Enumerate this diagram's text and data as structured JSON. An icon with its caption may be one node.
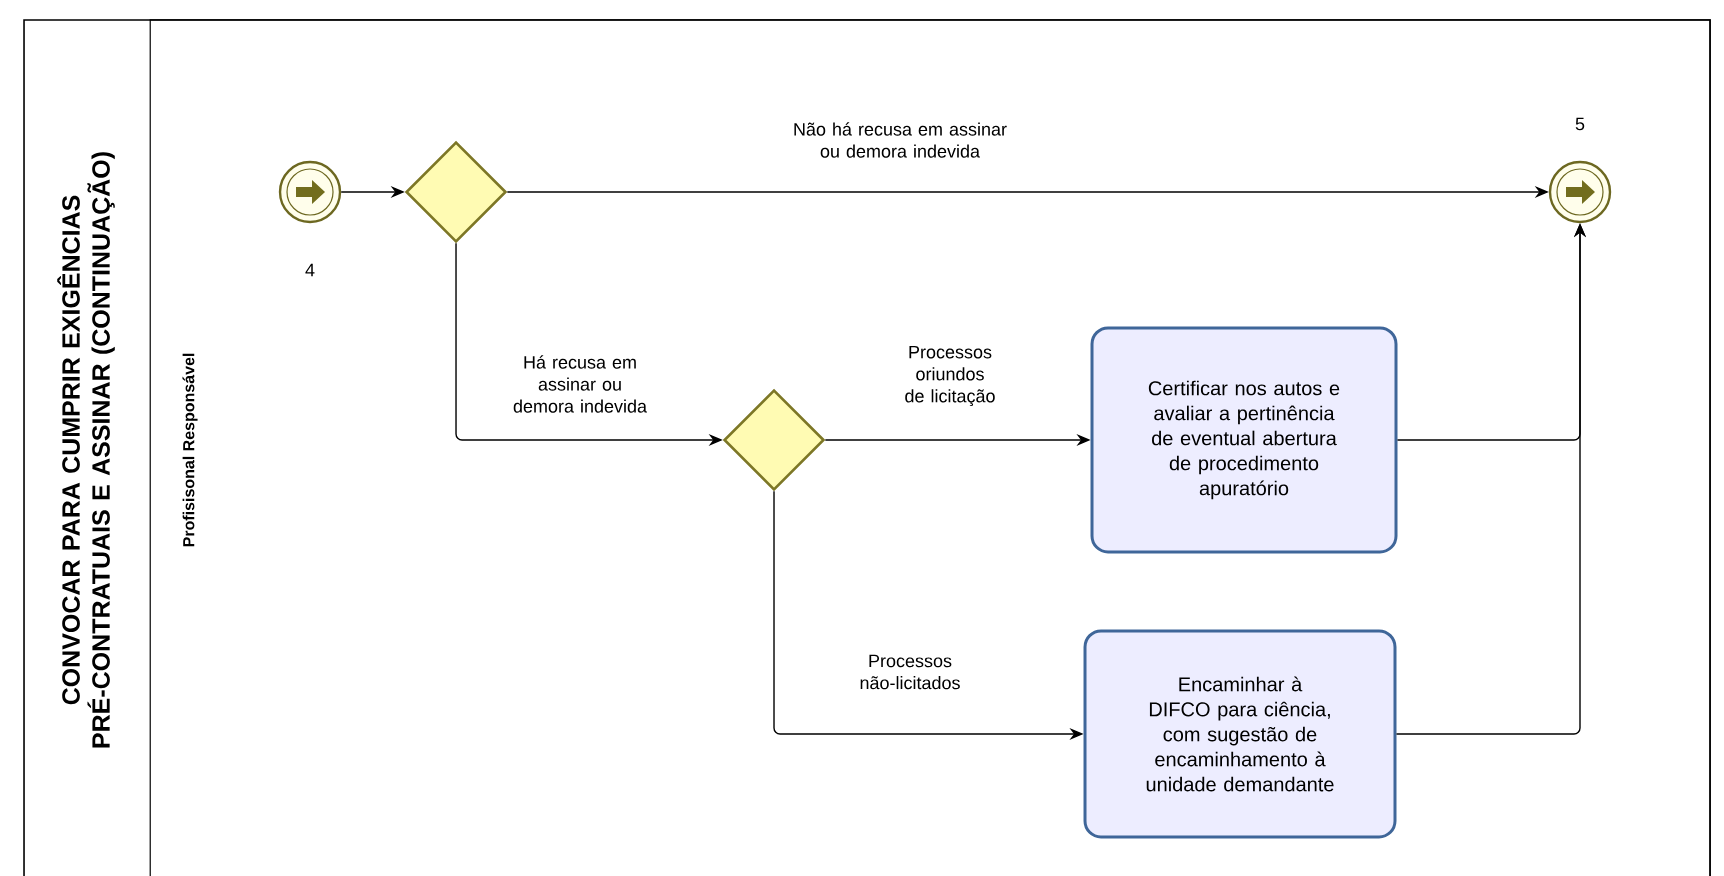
{
  "diagram": {
    "nodes": [
      {
        "text": [
          "CONVOCAR PARA CUMPRIR EXIGÊNCIAS PRÉ-CONTRATUAIS E ASSINAR (CONTINUAÇÃO)"
        ]
      },
      {
        "text": [
          "Profisisonal Responsável"
        ],
        "in": 0
      },
      {
        "text": [],
        "shape": "circle",
        "beside": [
          "4"
        ],
        "in": 1
      },
      {
        "text": [],
        "shape": "diamond",
        "in": 1
      },
      {
        "text": [],
        "shape": "circle",
        "beside": [
          "5"
        ],
        "in": 1
      },
      {
        "text": [],
        "shape": "diamond",
        "in": 1
      },
      {
        "text": [
          "Certificar nos autos e avaliar a pertinência de eventual abertura de procedimento apuratório"
        ],
        "in": 1
      },
      {
        "text": [
          "Encaminhar à DIFCO para ciência, com sugestão de encaminhamento à unidade demandante"
        ],
        "in": 1
      }
    ],
    "edges": [
      {
        "from": 2,
        "to": 3,
        "arrow": "to"
      },
      {
        "from": 3,
        "to": 4,
        "arrow": "to",
        "label": "Não há recusa em assinar ou demora indevida"
      },
      {
        "from": 3,
        "to": 5,
        "arrow": "to",
        "label": "Há recusa em assinar ou demora indevida"
      },
      {
        "from": 5,
        "to": 6,
        "arrow": "to",
        "label": "Processos oriundos de licitação"
      },
      {
        "from": 5,
        "to": 7,
        "arrow": "to",
        "label": "Processos não-licitados"
      },
      {
        "from": 6,
        "to": 4,
        "arrow": "to"
      },
      {
        "from": 7,
        "to": 4,
        "arrow": "to"
      }
    ]
  }
}
